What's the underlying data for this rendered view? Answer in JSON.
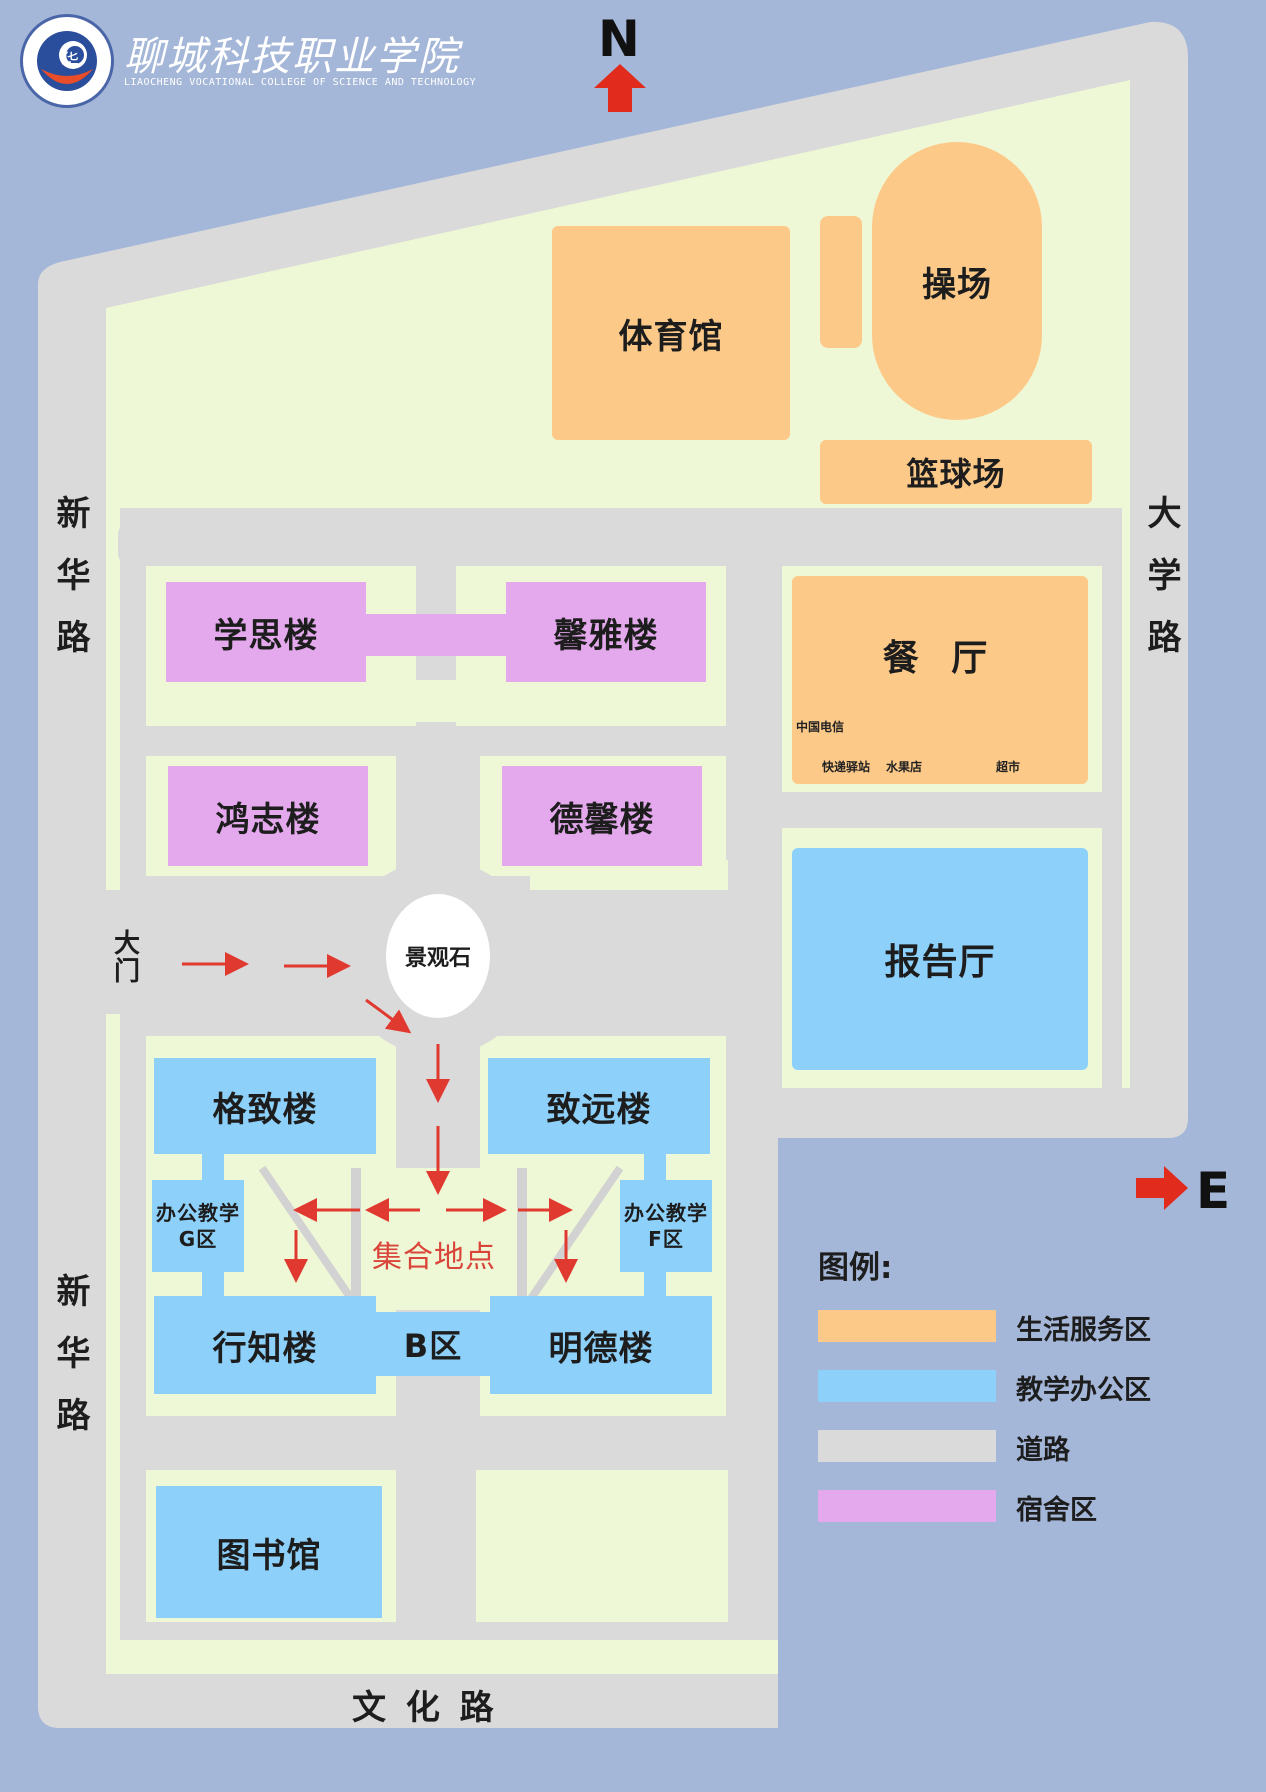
{
  "header": {
    "school_name": "聊城科技职业学院",
    "school_name_en": "LIAOCHENG VOCATIONAL COLLEGE OF SCIENCE AND TECHNOLOGY",
    "logo_icon": "school-seal-icon"
  },
  "compass": {
    "north": "N",
    "east": "E"
  },
  "roads": {
    "west_top": "新华路",
    "west_bottom": "新华路",
    "east": "大学路",
    "south": "文 化 路"
  },
  "buildings": {
    "gym": "体育馆",
    "playground": "操场",
    "basketball": "篮球场",
    "xuesi": "学思楼",
    "xinya": "馨雅楼",
    "hongzhi": "鸿志楼",
    "dexin": "德馨楼",
    "canteen": "餐 厅",
    "telecom": "中国电信",
    "express": "快递驿站",
    "fruit": "水果店",
    "supermarket": "超市",
    "report_hall": "报告厅",
    "gate": "大门",
    "landmark_stone": "景观石",
    "gezhi": "格致楼",
    "zhiyuan": "致远楼",
    "office_g": "办公教学G区",
    "office_f": "办公教学F区",
    "assembly": "集合地点",
    "xingzhi": "行知楼",
    "zone_b": "B区",
    "mingde": "明德楼",
    "library": "图书馆"
  },
  "legend": {
    "title": "图例:",
    "items": [
      {
        "label": "生活服务区",
        "color": "#fcc988"
      },
      {
        "label": "教学办公区",
        "color": "#8dd0f9"
      },
      {
        "label": "道路",
        "color": "#dadada"
      },
      {
        "label": "宿舍区",
        "color": "#e3a9ec"
      }
    ]
  },
  "colors": {
    "background": "#a5b7d8",
    "grass": "#eff8d6",
    "road": "#dadada",
    "arrow": "#e0392f",
    "assembly_text": "#d9453a"
  }
}
